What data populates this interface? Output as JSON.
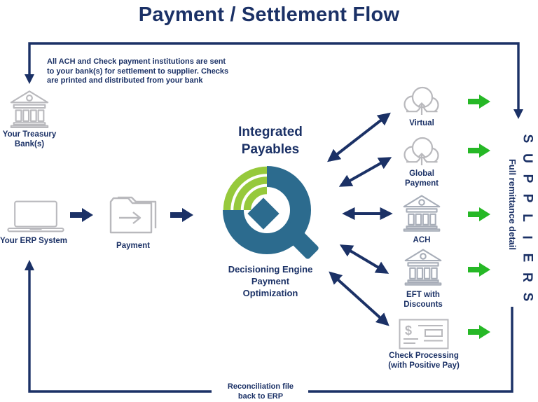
{
  "colors": {
    "navy": "#1b3166",
    "green": "#26b826",
    "qblue": "#2c6b8e",
    "qgreen": "#96c93c",
    "icongray": "#b9b9bd",
    "bankgray": "#a7adb8"
  },
  "title": "Payment / Settlement Flow",
  "top_note": "All ACH and Check payment institutions are sent to your bank(s) for settlement to supplier. Checks are printed and distributed from your bank",
  "bottom_note": "Reconciliation file\nback to ERP",
  "nodes": {
    "treasury": {
      "label": "Your Treasury\nBank(s)",
      "icon": "bank-icon"
    },
    "erp": {
      "label": "Your ERP System",
      "icon": "laptop-icon"
    },
    "payment": {
      "label": "Payment",
      "icon": "folder-arrow-icon"
    }
  },
  "center": {
    "title": "Integrated\nPayables",
    "subtitle": "Decisioning Engine\nPayment\nOptimization",
    "icon": "q-signal-logo"
  },
  "channels": [
    {
      "label": "Virtual",
      "icon": "cloud-upload-icon"
    },
    {
      "label": "Global\nPayment",
      "icon": "cloud-upload-icon"
    },
    {
      "label": "ACH",
      "icon": "bank-icon"
    },
    {
      "label": "EFT with\nDiscounts",
      "icon": "bank-icon"
    },
    {
      "label": "Check Processing\n(with Positive Pay)",
      "icon": "check-icon"
    }
  ],
  "right": {
    "suppliers": "SUPPLIERS",
    "remittance": "Full remittance detail"
  }
}
